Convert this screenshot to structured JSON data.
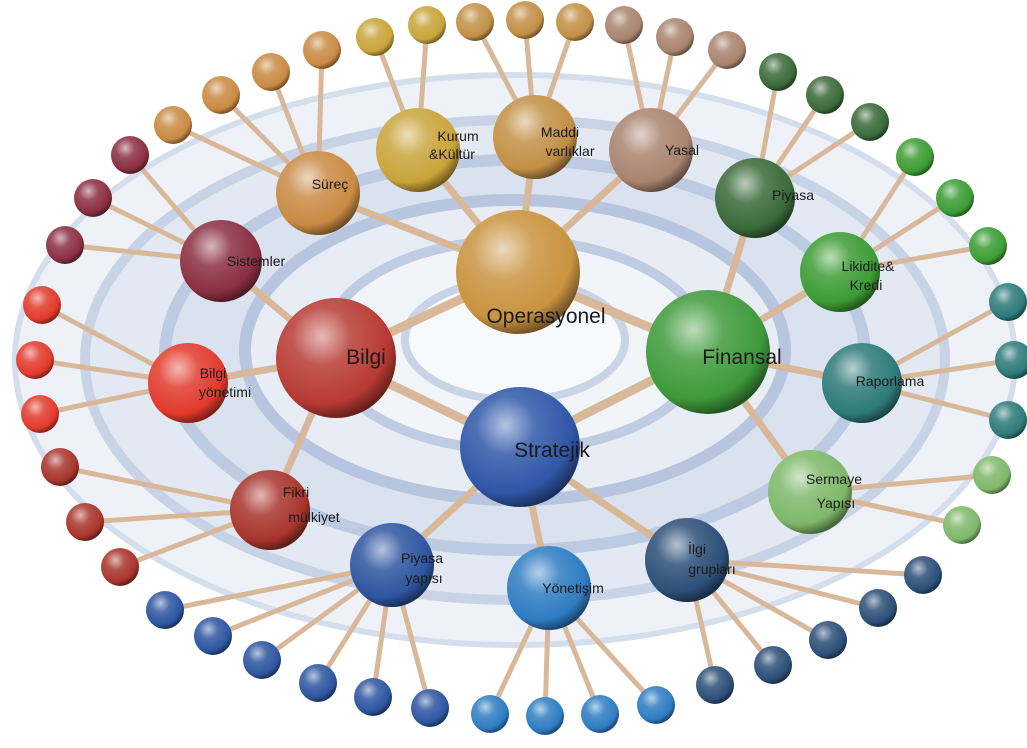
{
  "diagram": {
    "center_nodes": [
      {
        "id": "operasyonel",
        "label": "Operasyonel",
        "color": "#c9933f"
      },
      {
        "id": "bilgi",
        "label": "Bilgi",
        "color": "#b73a33"
      },
      {
        "id": "finansal",
        "label": "Finansal",
        "color": "#3f9a3c"
      },
      {
        "id": "stratejik",
        "label": "Stratejik",
        "color": "#2f57a8"
      }
    ],
    "sub_nodes": [
      {
        "id": "surec",
        "label": "Süreç",
        "parent": "operasyonel",
        "color": "#c98a44"
      },
      {
        "id": "kurum",
        "label": "Kurum &Kültür",
        "parent": "operasyonel",
        "color": "#c9a43a"
      },
      {
        "id": "maddi",
        "label": "Maddi varlıklar",
        "parent": "operasyonel",
        "color": "#c29046"
      },
      {
        "id": "yasal",
        "label": "Yasal",
        "parent": "operasyonel",
        "color": "#a98470"
      },
      {
        "id": "sistemler",
        "label": "Sistemler",
        "parent": "bilgi",
        "color": "#8b2f42"
      },
      {
        "id": "bilgi_yonetimi",
        "label": "Bilgi yönetimi",
        "parent": "bilgi",
        "color": "#e23a2c"
      },
      {
        "id": "fikri",
        "label": "Fikri mülkiyet",
        "parent": "bilgi",
        "color": "#a8352c"
      },
      {
        "id": "piyasa",
        "label": "Piyasa",
        "parent": "finansal",
        "color": "#3a6a3a"
      },
      {
        "id": "likidite",
        "label": "Likidite& Kredi",
        "parent": "finansal",
        "color": "#3c9c34"
      },
      {
        "id": "raporlama",
        "label": "Raporlama",
        "parent": "finansal",
        "color": "#2e7a7a"
      },
      {
        "id": "sermaye",
        "label": "Sermaye Yapısı",
        "parent": "finansal",
        "color": "#7eb86a"
      },
      {
        "id": "piyasa_yapisi",
        "label": "Piyasa yapısı",
        "parent": "stratejik",
        "color": "#2d55a0"
      },
      {
        "id": "yonetisim",
        "label": "Yönetişim",
        "parent": "stratejik",
        "color": "#2f7cc2"
      },
      {
        "id": "ilgi_gruplari",
        "label": "İlgi grupları",
        "parent": "stratejik",
        "color": "#2b4f78"
      }
    ],
    "leaf_groups": [
      {
        "parent": "surec",
        "count": 4,
        "color": "#c98a44"
      },
      {
        "parent": "kurum",
        "count": 2,
        "color": "#c9a43a"
      },
      {
        "parent": "maddi",
        "count": 3,
        "color": "#c29046"
      },
      {
        "parent": "yasal",
        "count": 3,
        "color": "#a98470"
      },
      {
        "parent": "sistemler",
        "count": 3,
        "color": "#8b2f42"
      },
      {
        "parent": "bilgi_yonetimi",
        "count": 3,
        "color": "#e23a2c"
      },
      {
        "parent": "fikri",
        "count": 3,
        "color": "#a8352c"
      },
      {
        "parent": "piyasa",
        "count": 3,
        "color": "#3a6a3a"
      },
      {
        "parent": "likidite",
        "count": 3,
        "color": "#3c9c34"
      },
      {
        "parent": "raporlama",
        "count": 3,
        "color": "#2e7a7a"
      },
      {
        "parent": "sermaye",
        "count": 2,
        "color": "#7eb86a"
      },
      {
        "parent": "piyasa_yapisi",
        "count": 6,
        "color": "#2d55a0"
      },
      {
        "parent": "yonetisim",
        "count": 4,
        "color": "#2f7cc2"
      },
      {
        "parent": "ilgi_gruplari",
        "count": 5,
        "color": "#2b4f78"
      }
    ],
    "connector_color": "#d9b89a",
    "ring_color": "#b9c8df"
  }
}
